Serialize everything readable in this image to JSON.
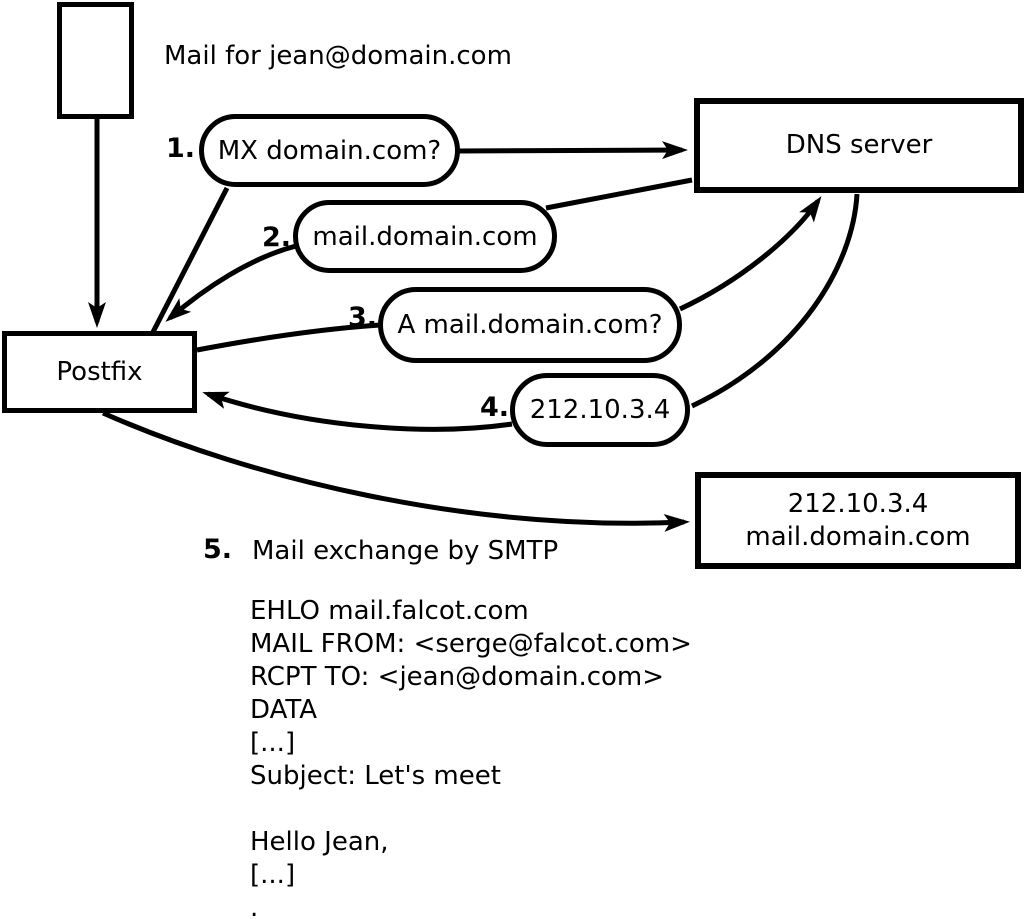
{
  "title": "Mail for jean@domain.com",
  "nodes": {
    "postfix": "Postfix",
    "dns": "DNS server",
    "mailserver": {
      "line1": "212.10.3.4",
      "line2": "mail.domain.com"
    }
  },
  "steps": [
    {
      "num": "1.",
      "label": "MX domain.com?"
    },
    {
      "num": "2.",
      "label": "mail.domain.com"
    },
    {
      "num": "3.",
      "label": "A mail.domain.com?"
    },
    {
      "num": "4.",
      "label": "212.10.3.4"
    },
    {
      "num": "5.",
      "label": "Mail exchange by SMTP"
    }
  ],
  "smtp": {
    "lines": [
      "EHLO mail.falcot.com",
      "MAIL FROM: <serge@falcot.com>",
      "RCPT TO: <jean@domain.com>",
      "DATA",
      "[...]",
      "Subject: Let's meet",
      "",
      "Hello Jean,",
      "[...]",
      "."
    ]
  },
  "colors": {
    "line": "#000000",
    "background": "#ffffff"
  }
}
